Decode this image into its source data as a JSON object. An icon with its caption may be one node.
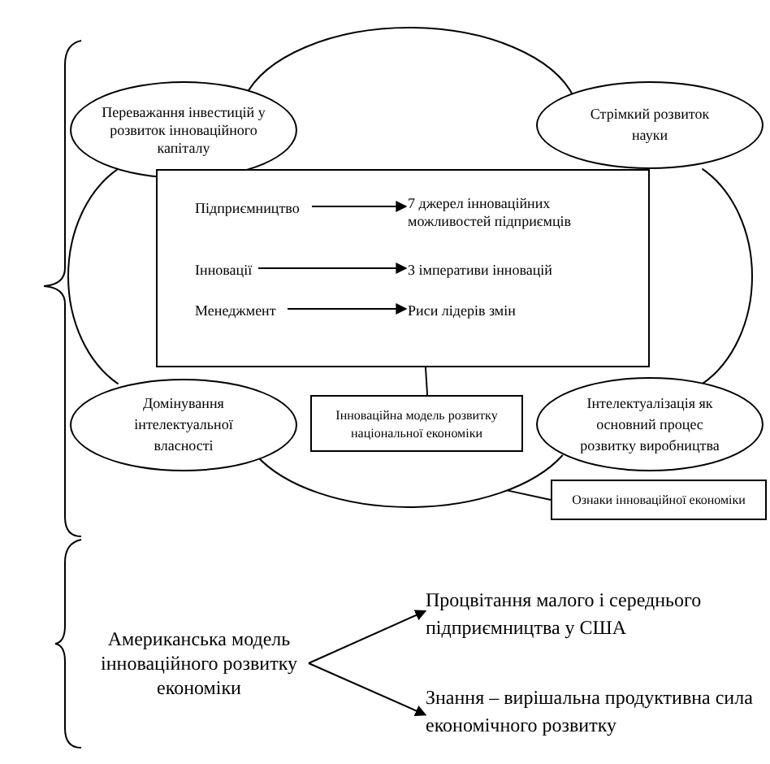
{
  "diagram": {
    "nodes": [
      {
        "text": [
          "Переважання інвестицій у розвиток інноваційного капіталу"
        ]
      },
      {
        "text": [
          "Стрімкий розвиток науки"
        ]
      },
      {
        "text": [],
        "shape": "box"
      },
      {
        "text": [
          "Підприємництво"
        ],
        "in": 2
      },
      {
        "text": [
          "7 джерел інноваційних можливостей підприємців"
        ],
        "in": 2
      },
      {
        "text": [
          "Інновації"
        ],
        "in": 2
      },
      {
        "text": [
          "3 імперативи інновацій"
        ],
        "in": 2
      },
      {
        "text": [
          "Менеджмент"
        ],
        "in": 2
      },
      {
        "text": [
          "Риси лідерів змін"
        ],
        "in": 2
      },
      {
        "text": [
          "Домінування інтелектуальної власності"
        ]
      },
      {
        "text": [
          "Інноваційна модель розвитку національної економіки"
        ]
      },
      {
        "text": [
          "Інтелектуалізація як основний процес розвитку виробництва"
        ]
      },
      {
        "text": [
          "Ознаки інноваційної економіки"
        ]
      },
      {
        "text": [],
        "shape": "ellipse"
      },
      {
        "text": [],
        "shape": "ellipse"
      },
      {
        "text": [],
        "shape": "ellipse"
      },
      {
        "text": [],
        "shape": "ellipse"
      },
      {
        "text": [
          "Американська модель інноваційного розвитку економіки"
        ]
      },
      {
        "text": [
          "Процвітання малого і середнього підприємництва у США"
        ]
      },
      {
        "text": [
          "Знання – вирішальна продуктивна сила економічного розвитку"
        ]
      }
    ],
    "edges": [
      {
        "from": 3,
        "to": 4,
        "arrow": "to"
      },
      {
        "from": 5,
        "to": 6,
        "arrow": "to"
      },
      {
        "from": 7,
        "to": 8,
        "arrow": "to"
      },
      {
        "from": 10,
        "to": 2,
        "arrow": "none"
      },
      {
        "from": 12,
        "to": 16,
        "arrow": "none"
      },
      {
        "from": 17,
        "to": 18,
        "arrow": "to"
      },
      {
        "from": 17,
        "to": 19,
        "arrow": "to"
      }
    ]
  }
}
